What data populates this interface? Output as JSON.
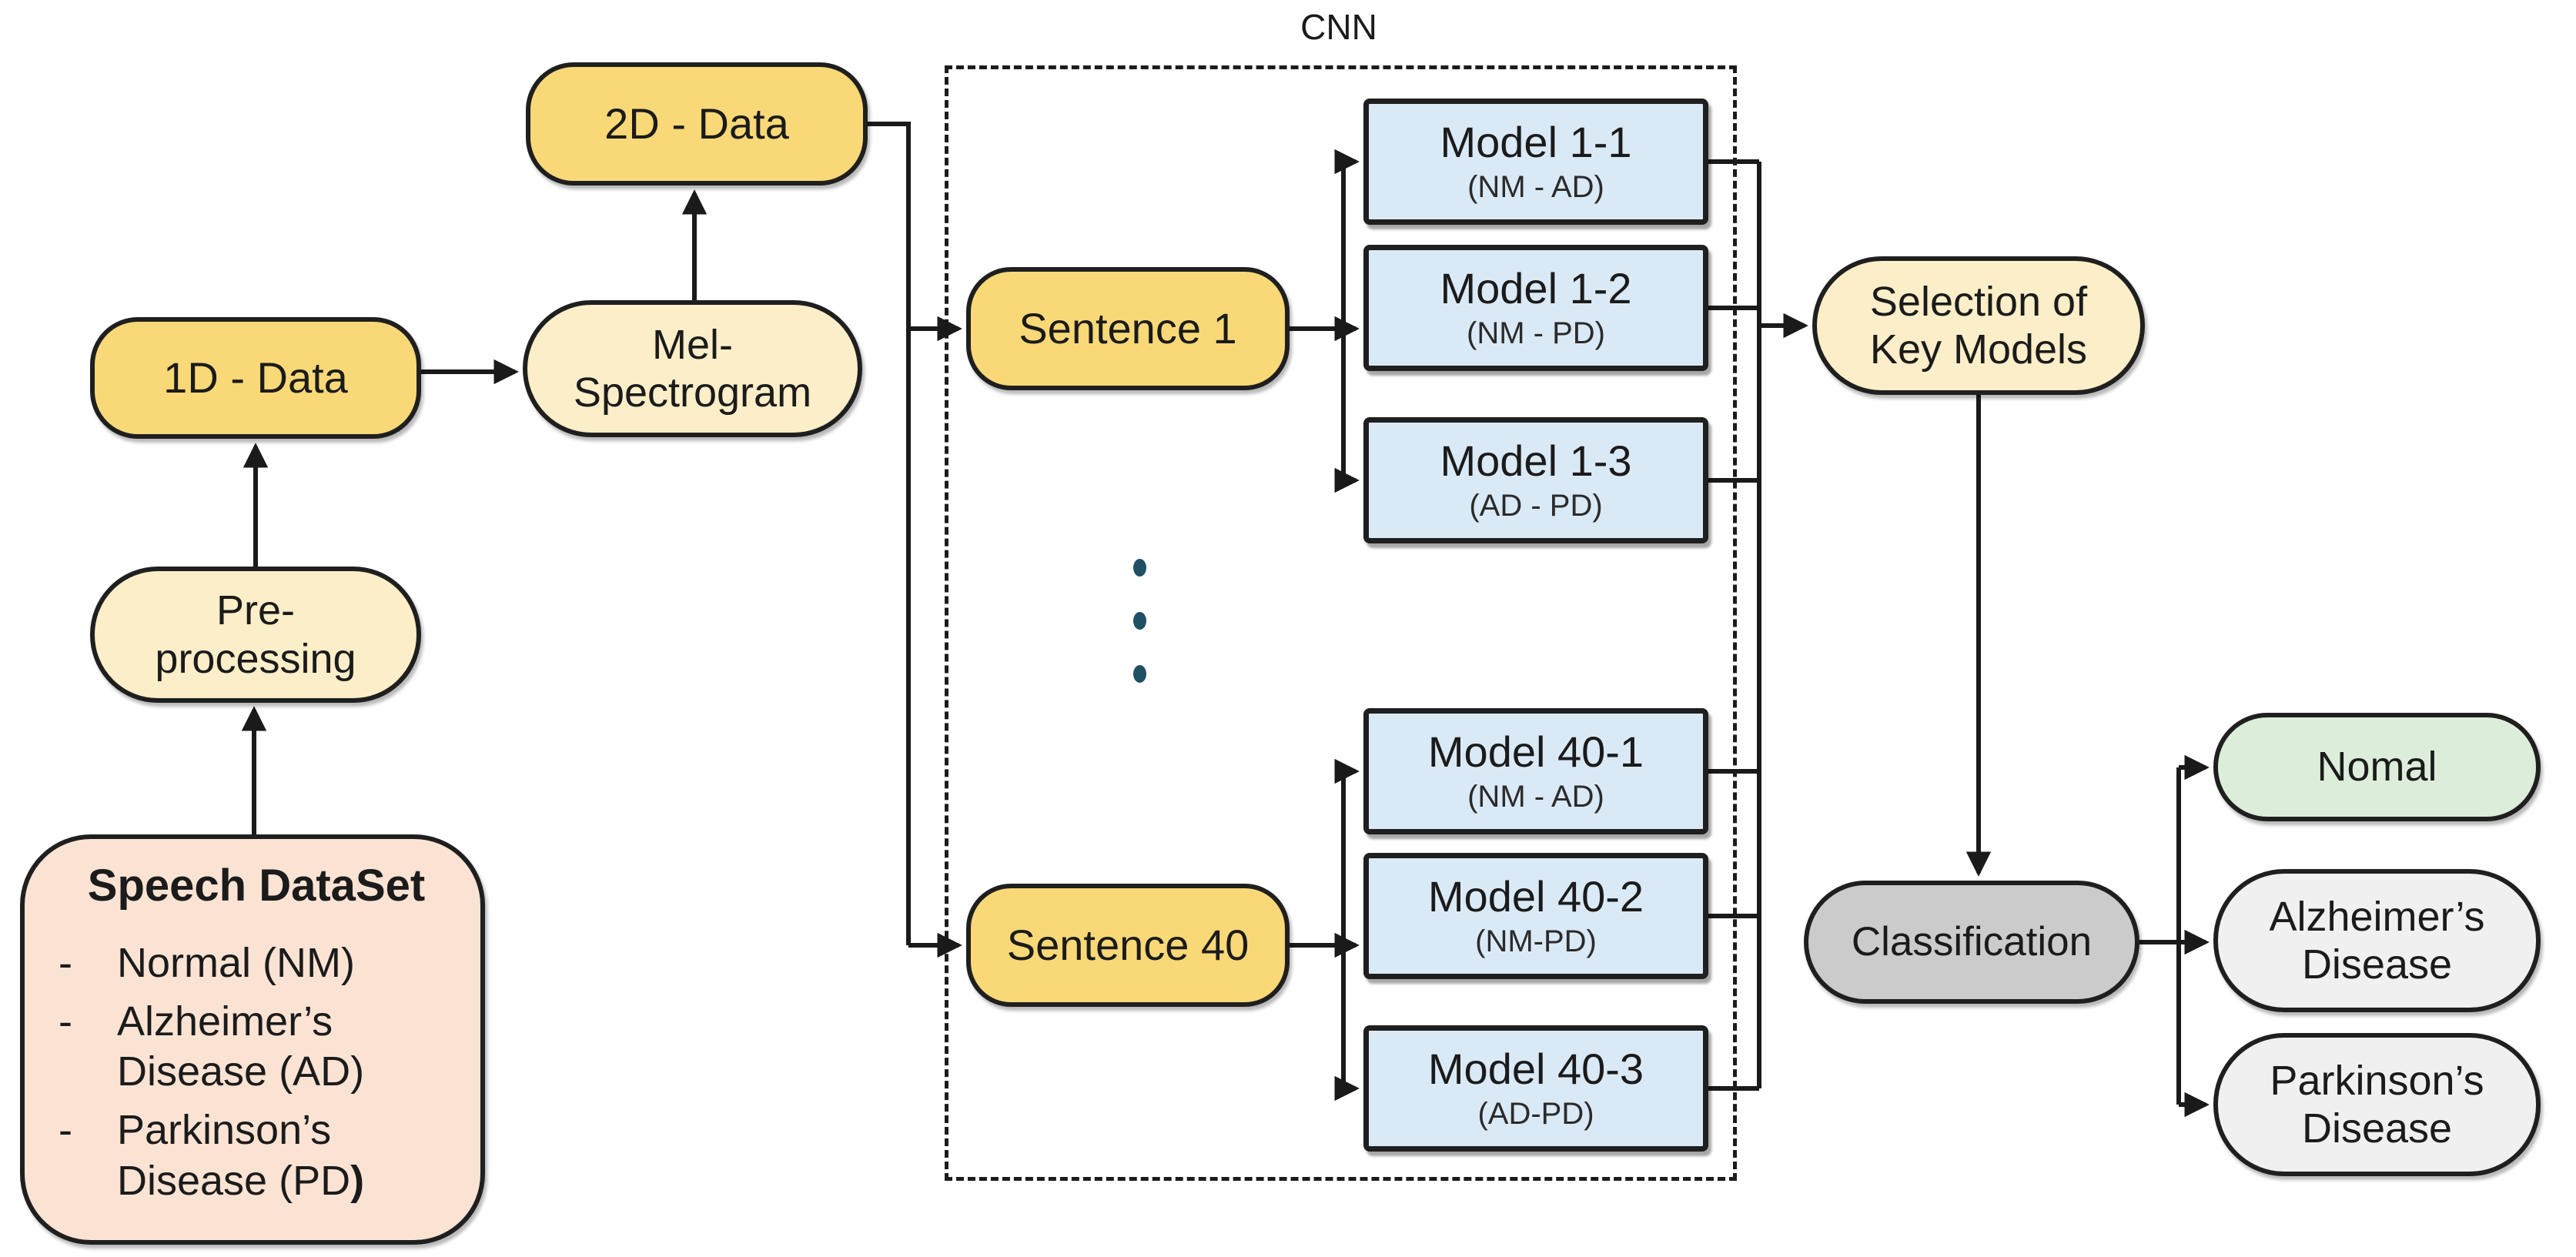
{
  "cnn": {
    "label": "CNN"
  },
  "nodes": {
    "speech_dataset": {
      "title": "Speech DataSet",
      "items": [
        {
          "bullet": "-",
          "text": "Normal (NM)",
          "bold_suffix": ""
        },
        {
          "bullet": "-",
          "text": "Alzheimer’s\nDisease (AD)",
          "bold_suffix": ""
        },
        {
          "bullet": "-",
          "text": "Parkinson’s\nDisease (PD",
          "bold_suffix": ")"
        }
      ]
    },
    "preprocessing": {
      "label": "Pre-\nprocessing"
    },
    "data_1d": {
      "label": "1D - Data"
    },
    "mel_spectrogram": {
      "label": "Mel-\nSpectrogram"
    },
    "data_2d": {
      "label": "2D - Data"
    },
    "sentence_1": {
      "label": "Sentence 1"
    },
    "sentence_40": {
      "label": "Sentence 40"
    },
    "models": [
      {
        "title": "Model 1-1",
        "subtitle": "(NM - AD)"
      },
      {
        "title": "Model 1-2",
        "subtitle": "(NM - PD)"
      },
      {
        "title": "Model 1-3",
        "subtitle": "(AD - PD)"
      },
      {
        "title": "Model 40-1",
        "subtitle": "(NM - AD)"
      },
      {
        "title": "Model 40-2",
        "subtitle": "(NM-PD)"
      },
      {
        "title": "Model 40-3",
        "subtitle": "(AD-PD)"
      }
    ],
    "selection": {
      "label": "Selection of\nKey Models"
    },
    "classification": {
      "label": "Classification"
    },
    "outputs": [
      {
        "label": "Nomal"
      },
      {
        "label": "Alzheimer’s\nDisease"
      },
      {
        "label": "Parkinson’s\nDisease"
      }
    ]
  },
  "colors": {
    "gold_fill": "#F9D877",
    "cream_fill": "#FBEEC8",
    "peach_fill": "#FBE3D4",
    "blue_fill": "#DAE9F6",
    "green_fill": "#DCEEDA",
    "gray_fill": "#CBCBCB",
    "light_gray_fill": "#F0F0F0",
    "outline": "#1F1F1F",
    "connector": "#1A1A1A",
    "ellipsis_dots": "#1F5064"
  }
}
